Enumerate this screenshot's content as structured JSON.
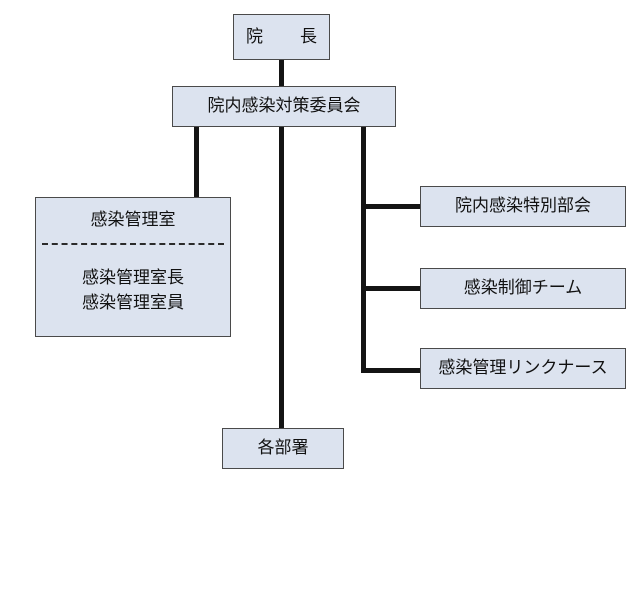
{
  "diagram": {
    "type": "organization-chart",
    "title_text_present": false,
    "colors": {
      "node_fill": "#dce3ef",
      "node_border": "#4a4a4a",
      "connector": "#141414",
      "text": "#111111",
      "background": "#ffffff"
    },
    "nodes": {
      "director": {
        "label": "院　長"
      },
      "committee": {
        "label": "院内感染対策委員会"
      },
      "office": {
        "header": "感染管理室",
        "members": [
          "感染管理室長",
          "感染管理室員"
        ],
        "divider_style": "dashed"
      },
      "special_subcommittee": {
        "label": "院内感染特別部会"
      },
      "infection_control_team": {
        "label": "感染制御チーム"
      },
      "link_nurse": {
        "label": "感染管理リンクナース"
      },
      "departments": {
        "label": "各部署"
      }
    },
    "edges": [
      {
        "from": "director",
        "to": "committee"
      },
      {
        "from": "committee",
        "to": "office"
      },
      {
        "from": "committee",
        "to": "departments"
      },
      {
        "from": "committee",
        "to": "special_subcommittee"
      },
      {
        "from": "committee",
        "to": "infection_control_team"
      },
      {
        "from": "committee",
        "to": "link_nurse"
      }
    ]
  }
}
